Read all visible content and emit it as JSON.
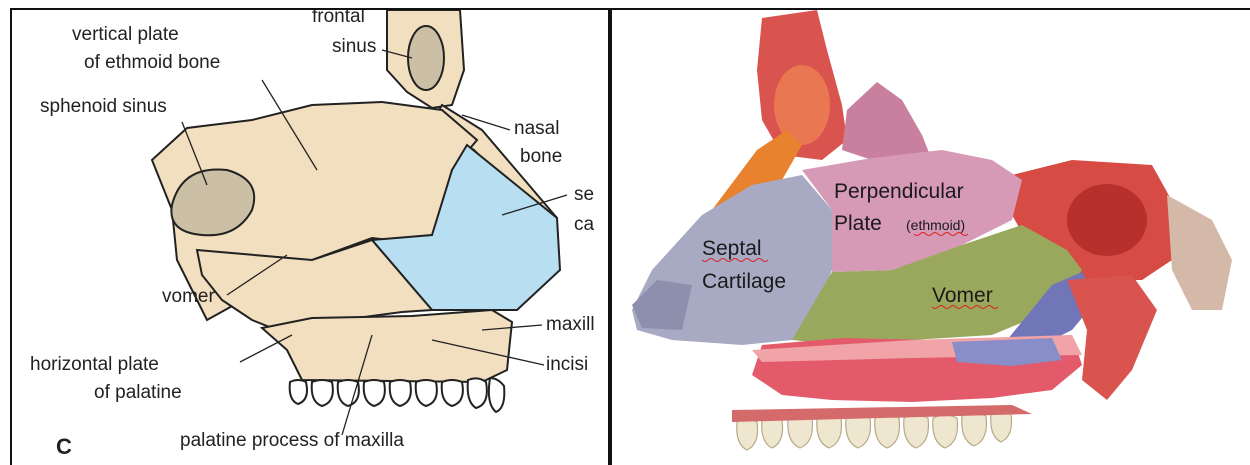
{
  "left_diagram": {
    "letter": "C",
    "labels": {
      "frontal_sinus_1": "frontal",
      "frontal_sinus_2": "sinus",
      "vertical_plate_1": "vertical plate",
      "vertical_plate_2": "of ethmoid bone",
      "sphenoid_sinus": "sphenoid sinus",
      "nasal_bone_1": "nasal",
      "nasal_bone_2": "bone",
      "septal_cart_1": "se",
      "septal_cart_2": "ca",
      "vomer": "vomer",
      "maxilla": "maxill",
      "incisive": "incisi",
      "horizontal_plate_1": "horizontal plate",
      "horizontal_plate_2": "of palatine",
      "palatine_process": "palatine process of maxilla"
    },
    "colors": {
      "bone": "#f2dfbf",
      "cartilage": "#b8def2",
      "sinus": "#cbbfa6",
      "outline": "#222222"
    }
  },
  "right_diagram": {
    "labels": {
      "septal_1": "Septal",
      "septal_2": "Cartilage",
      "perp_1": "Perpendicular",
      "perp_2": "Plate",
      "perp_3": "(ethmoid)",
      "vomer": "Vomer"
    },
    "colors": {
      "septal_cartilage": "#a8aac4",
      "perpendicular_plate": "#d69ab6",
      "vomer": "#9aa85e",
      "bone_red": "#d9534f",
      "frontal_orange": "#e8822e",
      "palate": "#e35a6a",
      "teeth": "#efe6cf"
    }
  }
}
